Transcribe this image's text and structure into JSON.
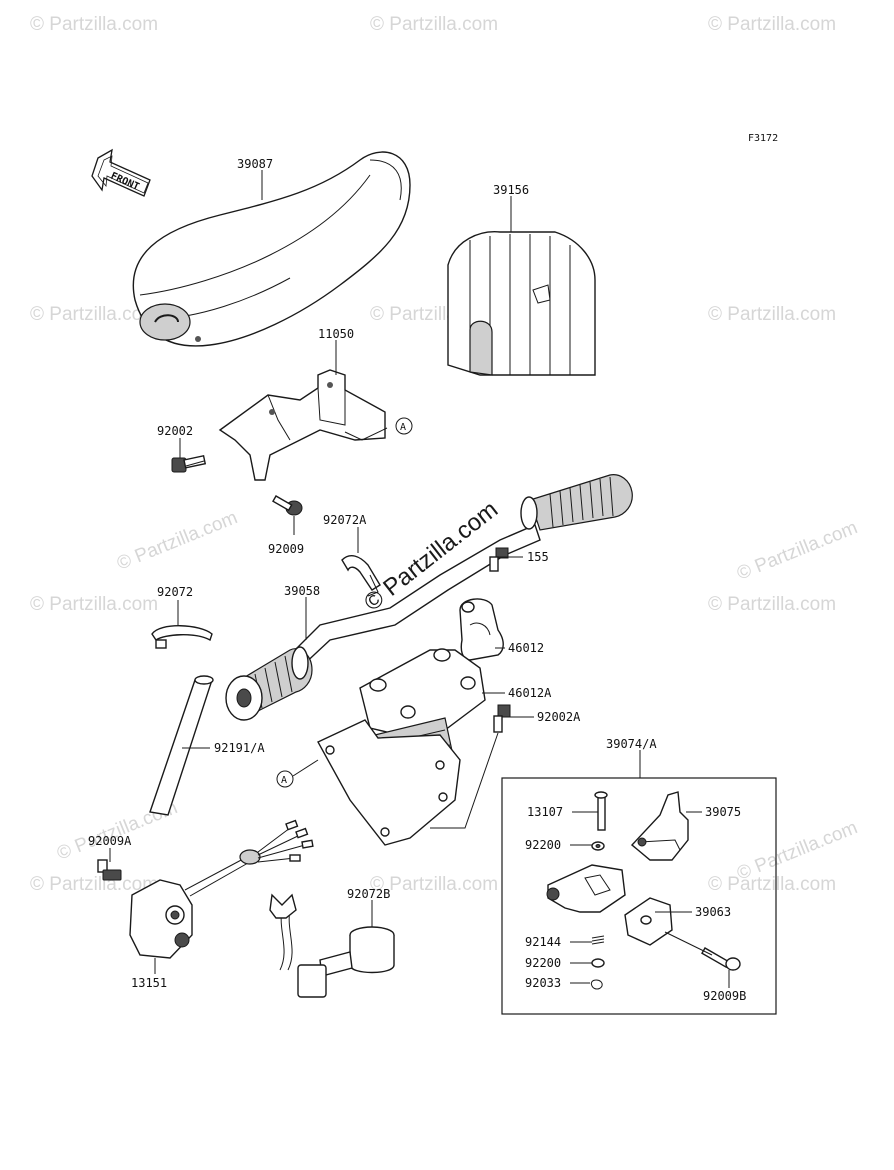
{
  "figure_code": "F3172",
  "front_arrow_label": "FRONT",
  "reference_marker": "A",
  "watermark_text": "© Partzilla.com",
  "callouts": [
    {
      "id": "39087"
    },
    {
      "id": "39156"
    },
    {
      "id": "11050"
    },
    {
      "id": "92002"
    },
    {
      "id": "92009"
    },
    {
      "id": "92072A"
    },
    {
      "id": "155"
    },
    {
      "id": "92072"
    },
    {
      "id": "39058"
    },
    {
      "id": "46012"
    },
    {
      "id": "46012A"
    },
    {
      "id": "92002A"
    },
    {
      "id": "92191/A"
    },
    {
      "id": "39074/A"
    },
    {
      "id": "13107"
    },
    {
      "id": "39075"
    },
    {
      "id": "92200"
    },
    {
      "id": "92009A"
    },
    {
      "id": "92072B"
    },
    {
      "id": "39063"
    },
    {
      "id": "92144"
    },
    {
      "id": "92200"
    },
    {
      "id": "92033"
    },
    {
      "id": "92009B"
    },
    {
      "id": "13151"
    }
  ]
}
